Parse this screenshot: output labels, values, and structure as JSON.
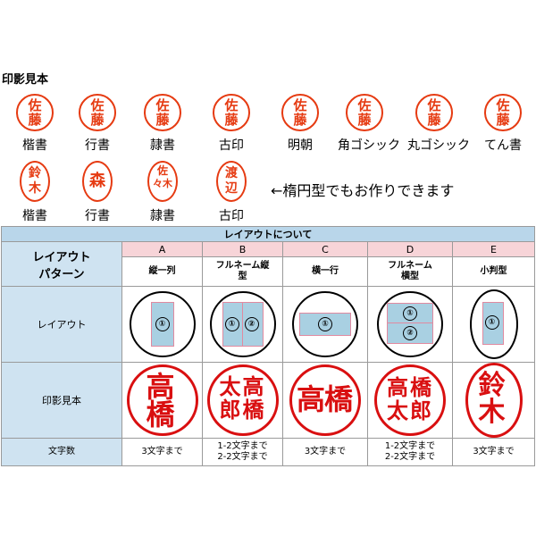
{
  "section_title": "印影見本",
  "samples_row1": [
    {
      "c1": "佐",
      "c2": "藤",
      "label": "楷書"
    },
    {
      "c1": "佐",
      "c2": "藤",
      "label": "行書"
    },
    {
      "c1": "佐",
      "c2": "藤",
      "label": "隷書"
    },
    {
      "c1": "佐",
      "c2": "藤",
      "label": "古印"
    },
    {
      "c1": "佐",
      "c2": "藤",
      "label": "明朝"
    },
    {
      "c1": "佐",
      "c2": "藤",
      "label": "角ゴシック"
    },
    {
      "c1": "佐",
      "c2": "藤",
      "label": "丸ゴシック"
    },
    {
      "c1": "佐",
      "c2": "藤",
      "label": "てん書"
    }
  ],
  "samples_row2": [
    {
      "c1": "鈴",
      "c2": "木",
      "label": "楷書"
    },
    {
      "c1": "森",
      "c2": "",
      "label": "行書"
    },
    {
      "c1": "佐",
      "c2": "々木",
      "label": "隷書"
    },
    {
      "c1": "渡",
      "c2": "辺",
      "label": "古印"
    }
  ],
  "oval_note": "←楕円型でもお作りできます",
  "table": {
    "header": "レイアウトについて",
    "pattern_label": "レイアウト\nパターン",
    "columns": [
      {
        "letter": "A",
        "name": "縦一列"
      },
      {
        "letter": "B",
        "name": "フルネーム縦\n型"
      },
      {
        "letter": "C",
        "name": "横一行"
      },
      {
        "letter": "D",
        "name": "フルネーム\n横型"
      },
      {
        "letter": "E",
        "name": "小判型"
      }
    ],
    "row_layout": "レイアウト",
    "row_seal": "印影見本",
    "row_count": "文字数",
    "counts": [
      "3文字まで",
      "1-2文字まで\n2-2文字まで",
      "3文字まで",
      "1-2文字まで\n2-2文字まで",
      "3文字まで"
    ],
    "seal_texts": {
      "a1": "高",
      "a2": "橋",
      "b1": "高",
      "b2": "橋",
      "b3": "太",
      "b4": "郎",
      "c1": "高",
      "c2": "橋",
      "d1": "高",
      "d2": "橋",
      "d3": "太",
      "d4": "郎",
      "e1": "鈴",
      "e2": "木"
    },
    "markers": {
      "one": "①",
      "two": "②"
    }
  },
  "colors": {
    "seal_orange": "#e63b12",
    "seal_red": "#d90f10",
    "header_blue": "#b9d6ea",
    "letter_pink": "#f7d4d8",
    "box_blue": "#a9d0e2"
  }
}
